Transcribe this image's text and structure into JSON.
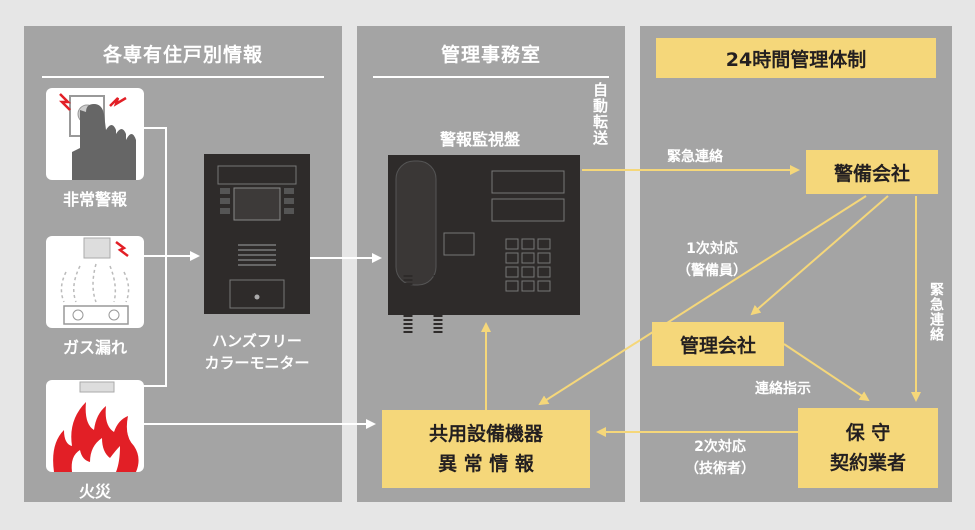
{
  "panels": {
    "residence": {
      "title": "各専有住戸別情報"
    },
    "office": {
      "title": "管理事務室"
    },
    "support": {
      "title": "24時間管理体制"
    }
  },
  "devices": {
    "emergency": {
      "label": "非常警報"
    },
    "gas": {
      "label": "ガス漏れ"
    },
    "fire": {
      "label": "火災"
    }
  },
  "monitor": {
    "line1": "ハンズフリー",
    "line2": "カラーモニター"
  },
  "alarm_panel": {
    "label": "警報監視盤"
  },
  "auto_transfer": {
    "label": "自動転送"
  },
  "nodes": {
    "security": "警備会社",
    "management": "管理会社",
    "maintenance_line1": "保 守",
    "maintenance_line2": "契約業者",
    "shared_line1": "共用設備機器",
    "shared_line2": "異 常 情 報"
  },
  "edges": {
    "urgent": "緊急連絡",
    "urgent_vertical": "緊急連絡",
    "first_response_line1": "1次対応",
    "first_response_line2": "（警備員）",
    "contact": "連絡指示",
    "second_response_line1": "2次対応",
    "second_response_line2": "（技術者）"
  },
  "colors": {
    "panel": "#a4a4a4",
    "accent": "#f5d77a",
    "arrow": "#f5d77a",
    "device": "#2e2b2a"
  }
}
